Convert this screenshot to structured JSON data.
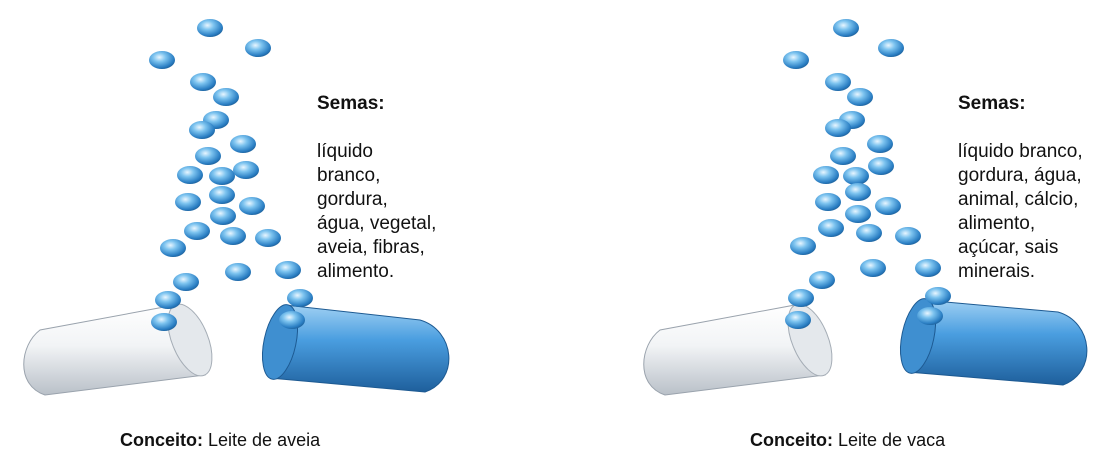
{
  "colors": {
    "pill_blue": "#3a8fd6",
    "pill_white": "#e9ecef",
    "bead_blue": "#5aa9e0"
  },
  "panels": [
    {
      "semas_heading": "Semas:",
      "semas_text": "líquido\nbranco,\ngordura,\nágua, vegetal,\naveia, fibras,\nalimento.",
      "concept_label": "Conceito:",
      "concept_value": "Leite de aveia"
    },
    {
      "semas_heading": "Semas:",
      "semas_text": "líquido branco,\ngordura, água,\nanimal, cálcio,\nalimento,\naçúcar, sais\nminerais.",
      "concept_label": "Conceito:",
      "concept_value": "Leite de vaca"
    }
  ]
}
